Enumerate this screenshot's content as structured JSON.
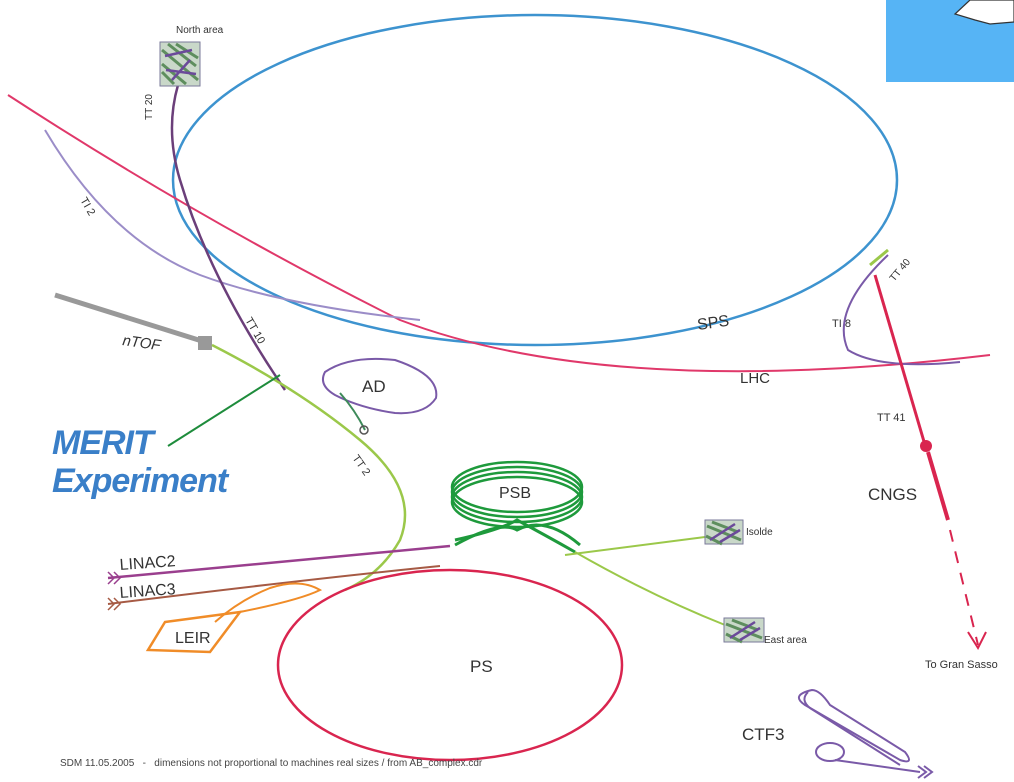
{
  "merit": {
    "line1": "MERIT",
    "line2": "Experiment"
  },
  "areas": {
    "north": "North area",
    "isolde": "Isolde",
    "east": "East area",
    "gran_sasso": "To Gran Sasso"
  },
  "machines": {
    "sps": "SPS",
    "lhc": "LHC",
    "ad": "AD",
    "psb": "PSB",
    "ps": "PS",
    "leir": "LEIR",
    "ctf3": "CTF3",
    "cngs": "CNGS",
    "ntof": "nTOF",
    "linac2": "LINAC2",
    "linac3": "LINAC3"
  },
  "lines": {
    "tt20": "TT 20",
    "ti2": "TI 2",
    "tt10": "TT 10",
    "tt2": "TT 2",
    "tt40": "TT 40",
    "ti8": "TI 8",
    "tt41": "TT 41"
  },
  "footer": "SDM 11.05.2005   -   dimensions not proportional to machines real sizes / from AB_complex.cdr",
  "colors": {
    "sps": "#3d93cf",
    "lhc": "#e0386a",
    "ps": "#d9254f",
    "psb": "#1e9a3c",
    "transfer": "#9bc84a",
    "linac2": "#9a3f8e",
    "linac3": "#a65a44",
    "leir": "#f08c28",
    "ctf3": "#7a5aa8",
    "ti": "#9b8dc8",
    "tt10": "#6b3f7a",
    "merit": "#3a7fc8"
  }
}
